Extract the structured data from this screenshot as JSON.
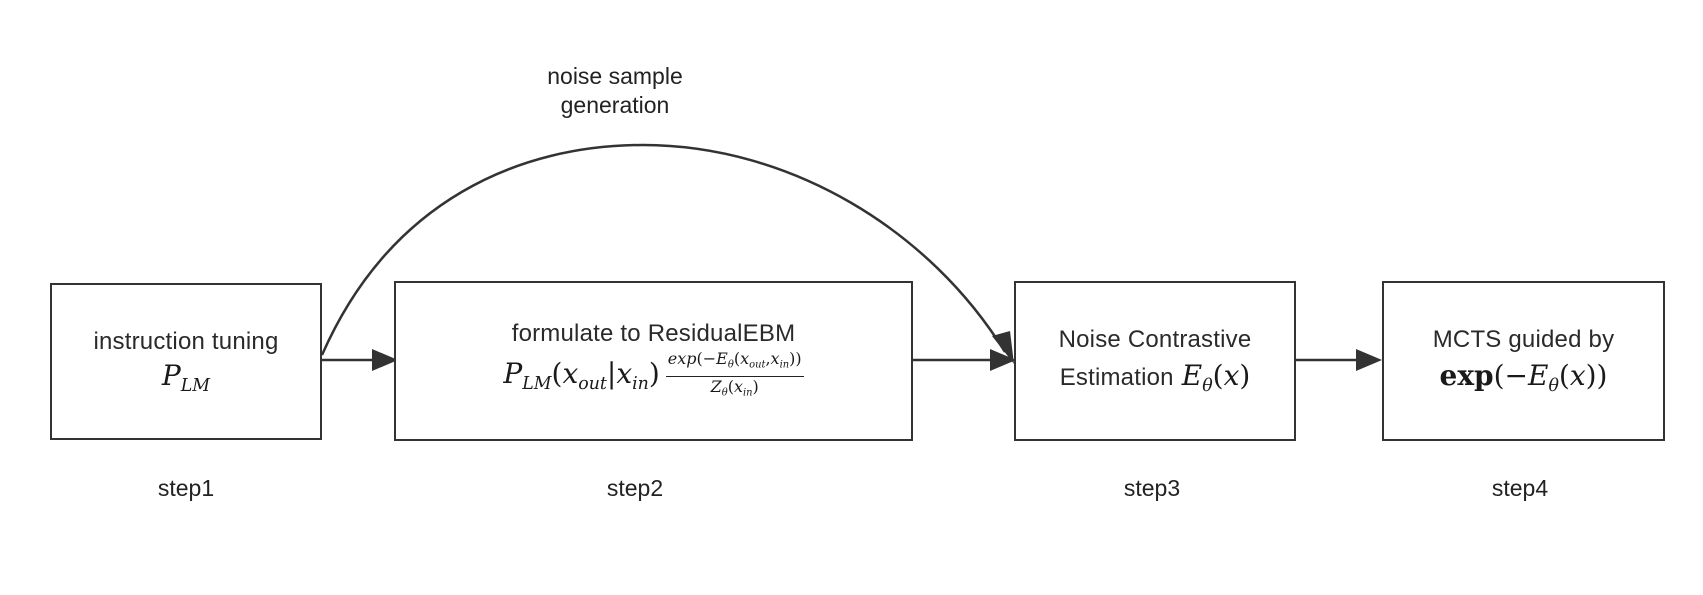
{
  "arc_label": {
    "line1": "noise sample",
    "line2": "generation"
  },
  "boxes": {
    "step1": {
      "text": "instruction tuning"
    },
    "step2": {
      "text": "formulate to ResidualEBM"
    },
    "step3": {
      "line1": "Noise Contrastive",
      "line2": "Estimation"
    },
    "step4": {
      "text": "MCTS guided by"
    }
  },
  "step_labels": [
    "step1",
    "step2",
    "step3",
    "step4"
  ],
  "colors": {
    "stroke": "#333333",
    "text": "#222222"
  }
}
